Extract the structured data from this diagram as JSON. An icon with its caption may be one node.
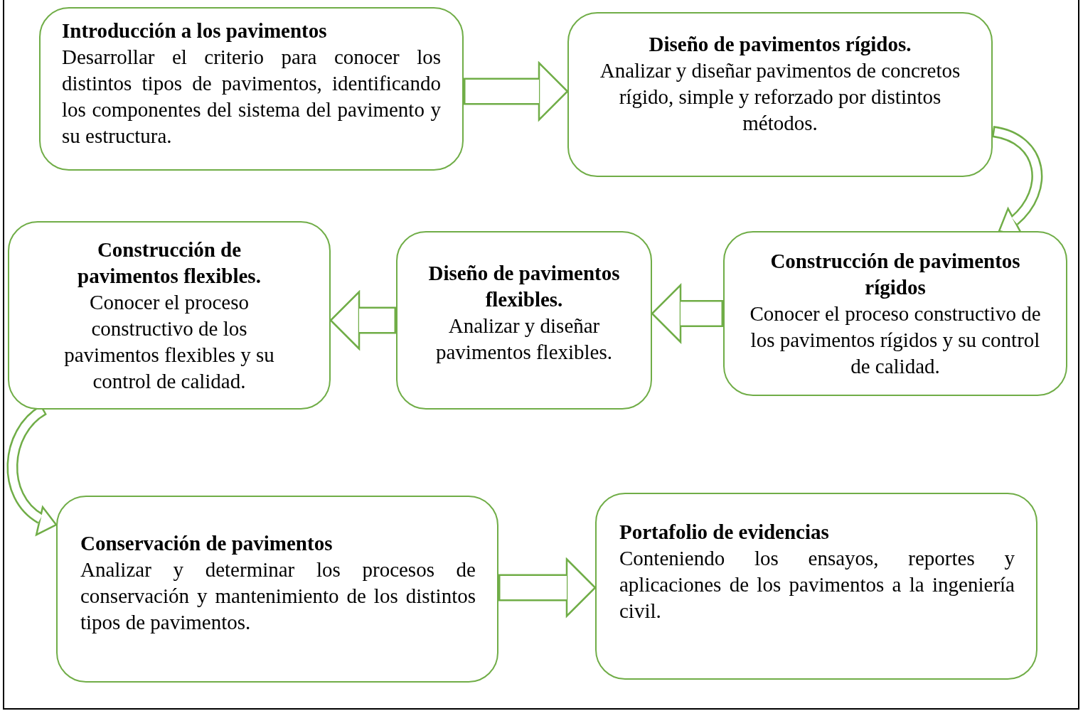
{
  "diagram": {
    "nodes": [
      {
        "text": [
          "Introducción a los pavimentos",
          "Desarrollar el criterio para conocer los distintos tipos de pavimentos, identificando los componentes del sistema del pavimento y su estructura."
        ]
      },
      {
        "text": [
          "Diseño de pavimentos rígidos.",
          "Analizar y diseñar pavimentos de concretos rígido, simple y reforzado por distintos métodos."
        ]
      },
      {
        "text": [
          "Construcción de pavimentos rígidos",
          "Conocer el proceso constructivo de los pavimentos rígidos y su control de calidad."
        ]
      },
      {
        "text": [
          "Diseño de pavimentos flexibles.",
          "Analizar y diseñar pavimentos flexibles."
        ]
      },
      {
        "text": [
          "Construcción de pavimentos flexibles.",
          "Conocer el proceso constructivo de los pavimentos flexibles y su control de calidad."
        ]
      },
      {
        "text": [
          "Conservación de pavimentos",
          "Analizar y determinar los procesos de conservación y mantenimiento de los distintos tipos de pavimentos."
        ]
      },
      {
        "text": [
          "Portafolio de evidencias",
          "Conteniendo los ensayos, reportes y aplicaciones de los pavimentos a la ingeniería civil."
        ]
      }
    ],
    "edges": [
      {
        "from": 0,
        "to": 1,
        "arrow": "to"
      },
      {
        "from": 1,
        "to": 2,
        "arrow": "to"
      },
      {
        "from": 2,
        "to": 3,
        "arrow": "to"
      },
      {
        "from": 3,
        "to": 4,
        "arrow": "to"
      },
      {
        "from": 4,
        "to": 5,
        "arrow": "to"
      },
      {
        "from": 5,
        "to": 6,
        "arrow": "to"
      }
    ]
  }
}
